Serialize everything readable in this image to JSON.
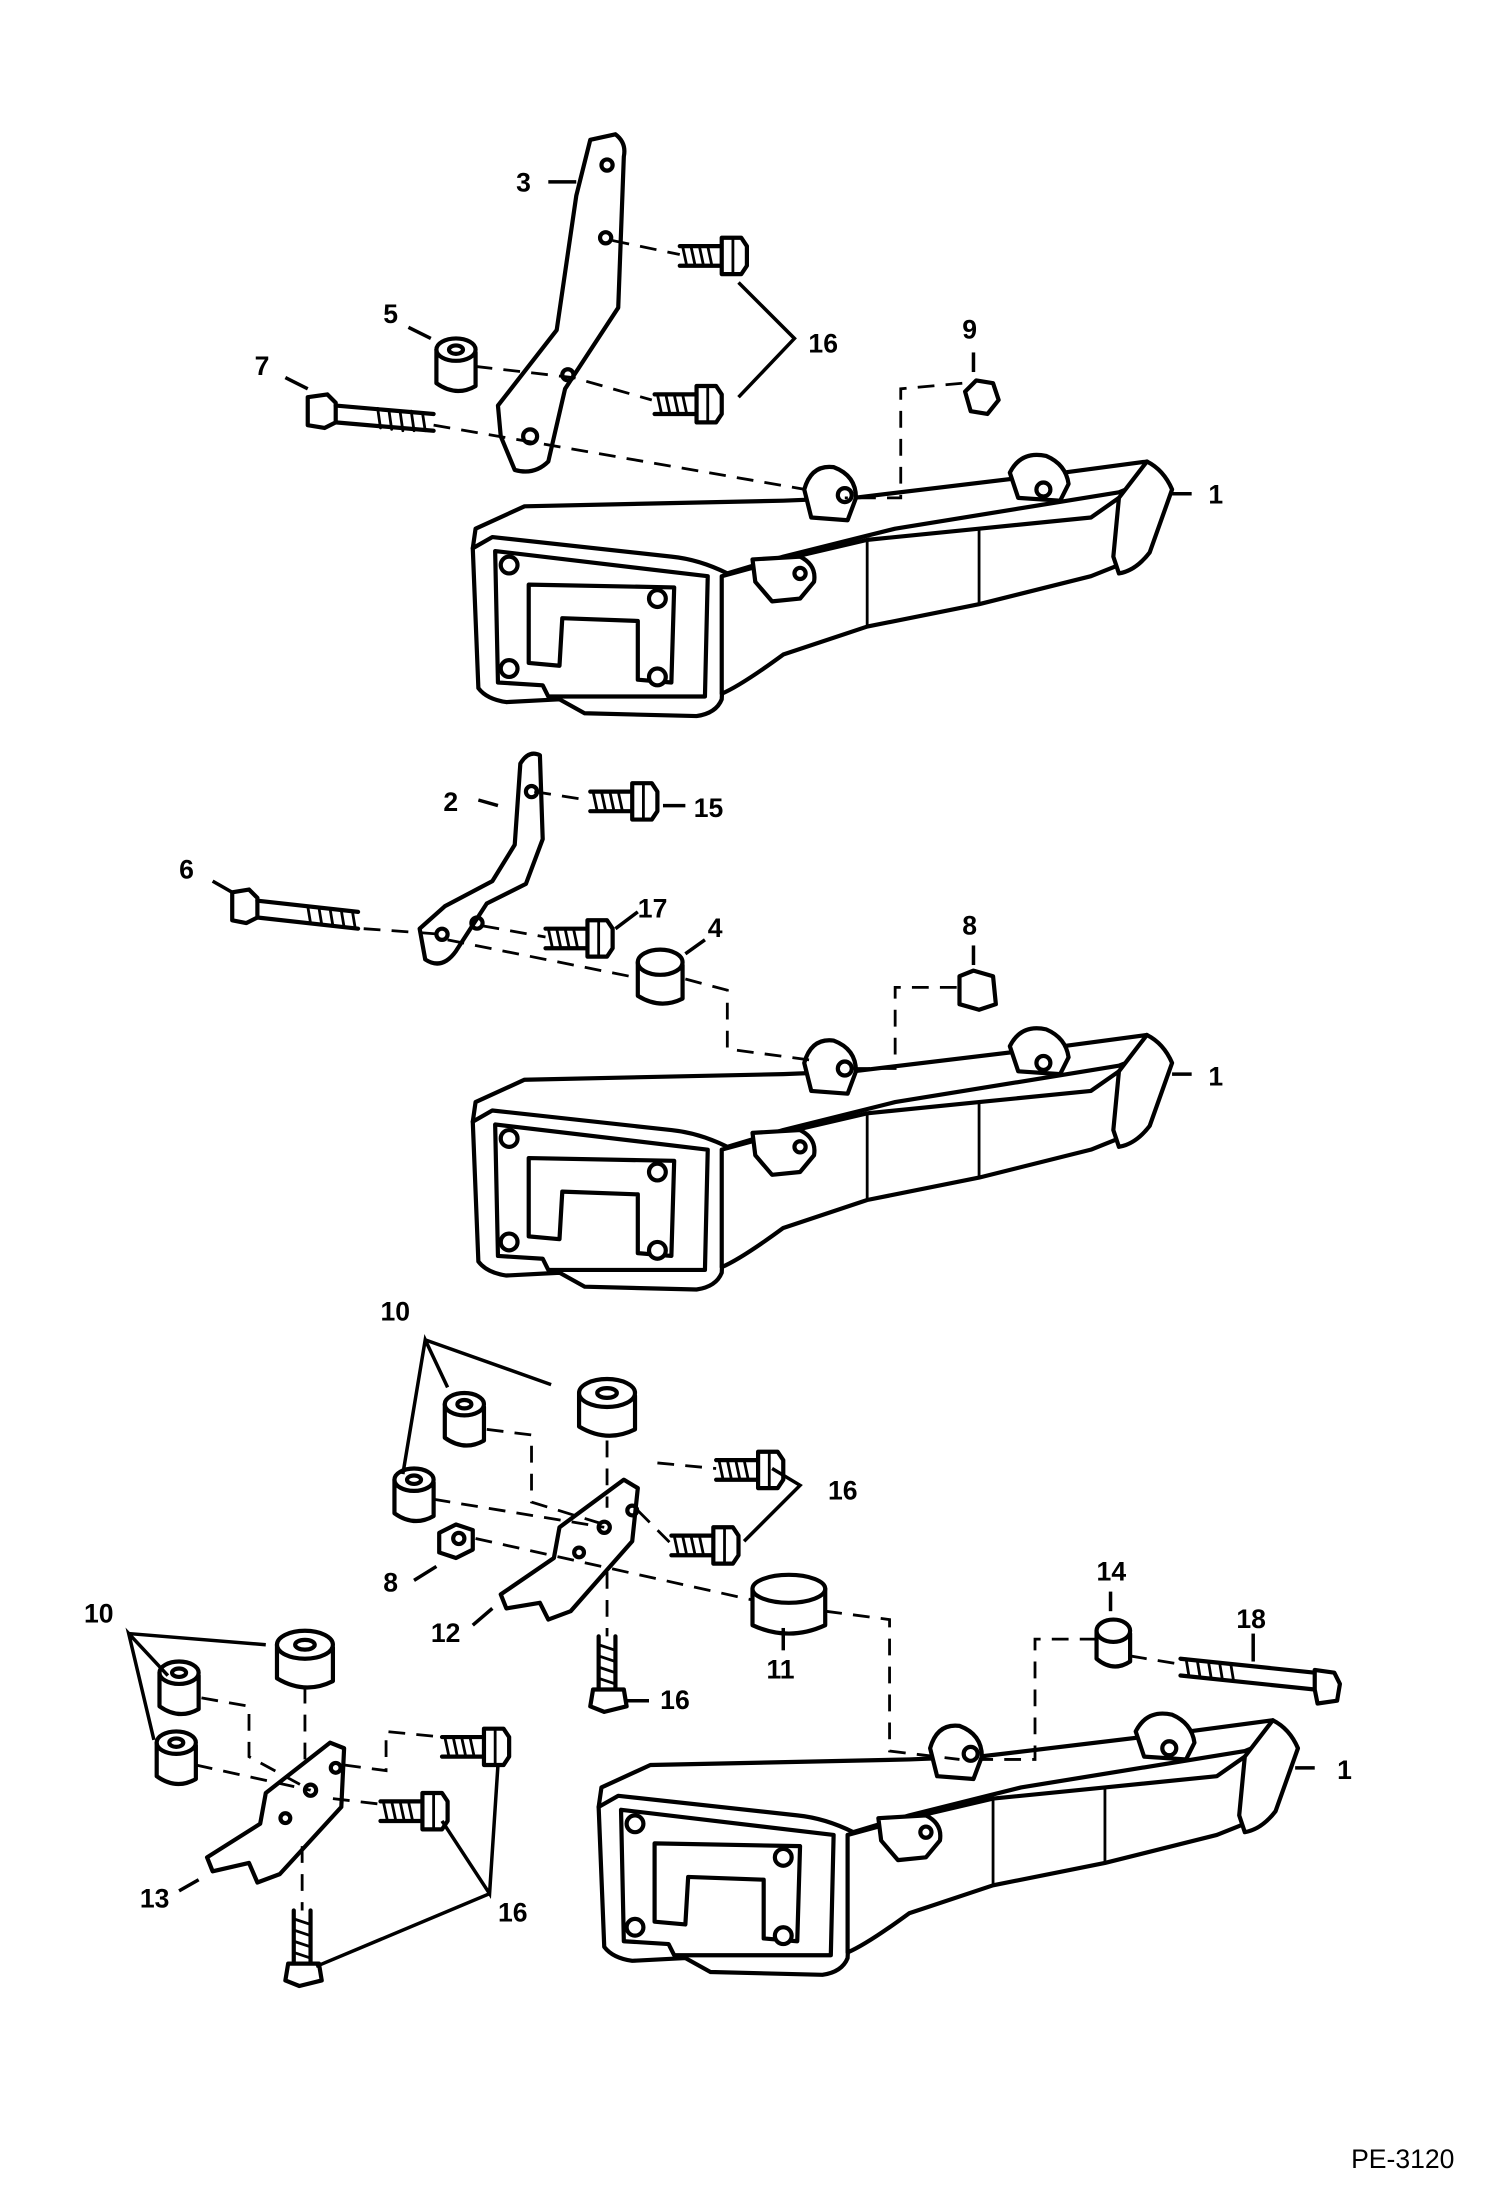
{
  "callouts": {
    "c1a": "1",
    "c1b": "1",
    "c1c": "1",
    "c2": "2",
    "c3": "3",
    "c4": "4",
    "c5": "5",
    "c6": "6",
    "c7": "7",
    "c8a": "8",
    "c8b": "8",
    "c9": "9",
    "c10a": "10",
    "c10b": "10",
    "c11": "11",
    "c12": "12",
    "c13": "13",
    "c14": "14",
    "c15": "15",
    "c16a": "16",
    "c16b": "16",
    "c16c": "16",
    "c16d": "16",
    "c17": "17",
    "c18": "18"
  },
  "figure_id": "PE-3120"
}
